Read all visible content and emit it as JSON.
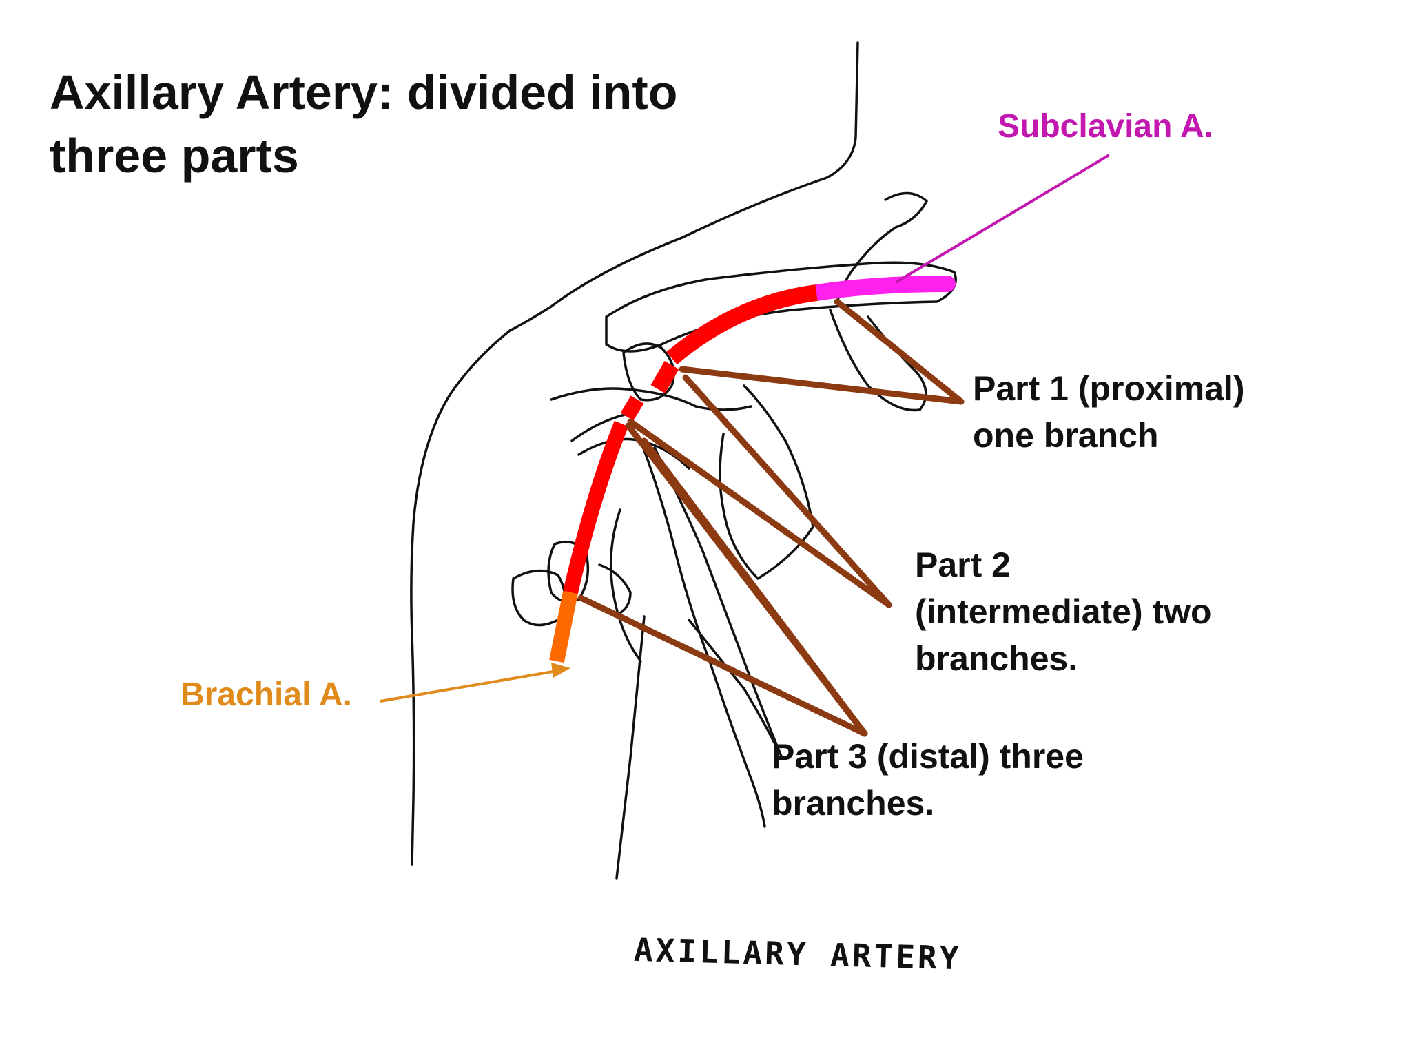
{
  "title": "Axillary Artery: divided into three parts",
  "labels": {
    "subclavian": "Subclavian A.",
    "part1_line1": "Part 1 (proximal)",
    "part1_line2": "one branch",
    "part2_line1": "Part 2",
    "part2_line2": "(intermediate) two",
    "part2_line3": "branches.",
    "part3_line1": "Part 3 (distal) three",
    "part3_line2": "branches.",
    "brachial": "Brachial A."
  },
  "caption": "AXILLARY ARTERY",
  "colors": {
    "axillary_artery": "#ff0000",
    "subclavian_artery": "#ff22ee",
    "brachial_artery": "#ff6a00",
    "branch_leaders": "#8b3a12",
    "subclavian_label": "#c218b0",
    "brachial_label": "#e08a1c",
    "outline": "#111111"
  }
}
